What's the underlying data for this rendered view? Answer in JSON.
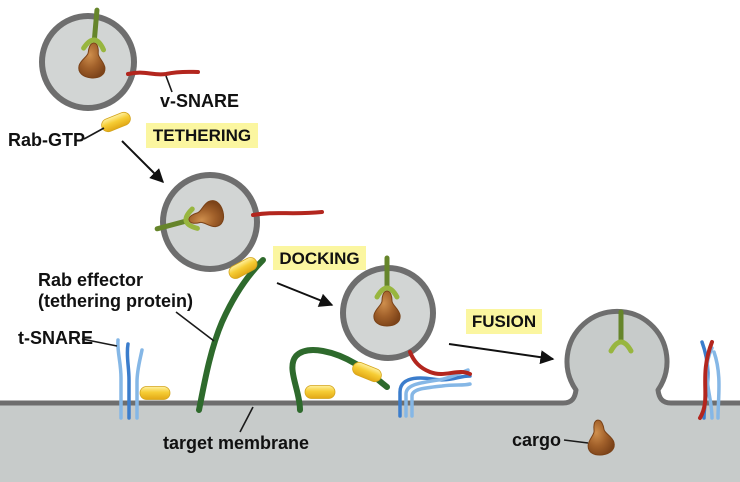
{
  "labels": {
    "v_snare": "v-SNARE",
    "rab_gtp": "Rab-GTP",
    "rab_effector": "Rab effector",
    "tethering_protein": "(tethering protein)",
    "t_snare": "t-SNARE",
    "target_membrane": "target membrane",
    "cargo": "cargo"
  },
  "stages": {
    "tethering": "TETHERING",
    "docking": "DOCKING",
    "fusion": "FUSION"
  },
  "colors": {
    "vesicle_fill": "#d2d5d4",
    "membrane_fill": "#c7cbca",
    "membrane_edge": "#6e6e6e",
    "v_snare": "#b3261e",
    "t_snare_light": "#85b7e6",
    "t_snare_dark": "#3b7dcc",
    "tether": "#2e6a2c",
    "receptor_stalk": "#66852b",
    "receptor_cup": "#98b63f",
    "label_box": "#fbf6a0"
  }
}
